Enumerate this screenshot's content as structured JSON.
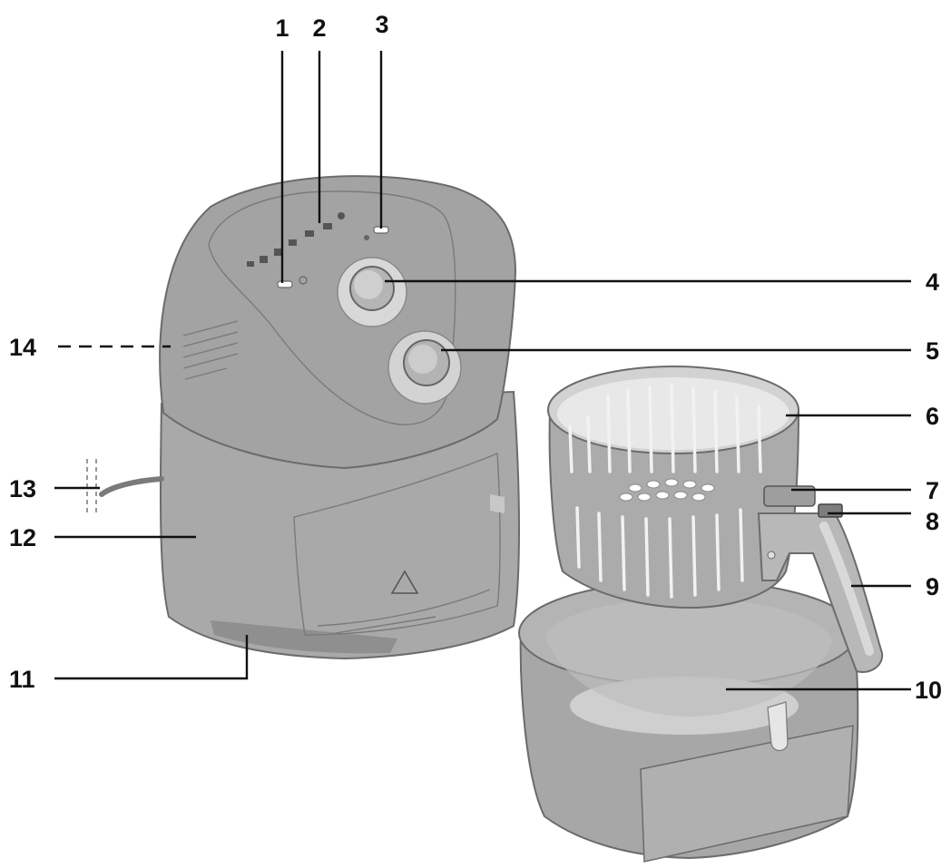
{
  "callouts": {
    "c1": "1",
    "c2": "2",
    "c3": "3",
    "c4": "4",
    "c5": "5",
    "c6": "6",
    "c7": "7",
    "c8": "8",
    "c9": "9",
    "c10": "10",
    "c11": "11",
    "c12": "12",
    "c13": "13",
    "c14": "14"
  },
  "colors": {
    "housing": "#a9a9a9",
    "housing_dark": "#8f8f8f",
    "control_panel": "#e9e9e9",
    "interior": "#e4e4e4",
    "line": "#111111"
  }
}
